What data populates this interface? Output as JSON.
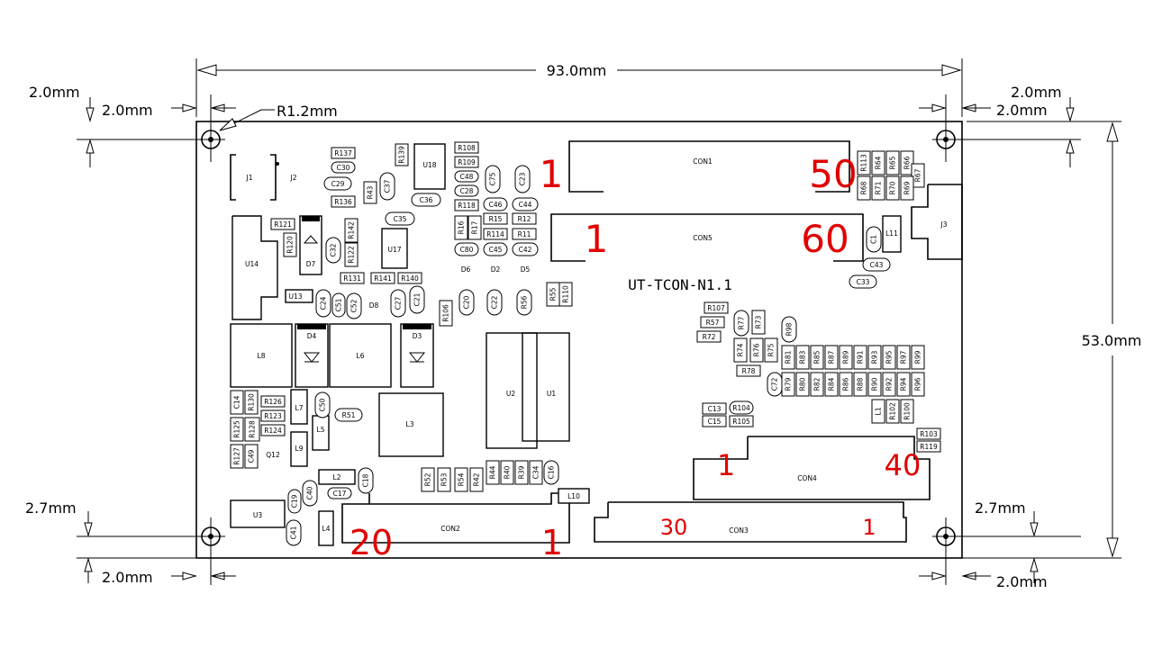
{
  "board": {
    "name": "UT-TCON-N1.1",
    "width_label": "93.0mm",
    "height_label": "53.0mm",
    "hole_radius_label": "R1.2mm",
    "dims": {
      "tl_x": "2.0mm",
      "tl_y": "2.0mm",
      "tr_x": "2.0mm",
      "tr_y": "2.0mm",
      "bl_y": "2.7mm",
      "bl_x": "2.0mm",
      "br_y": "2.7mm",
      "br_x": "2.0mm"
    }
  },
  "connectors": [
    {
      "id": "CON1",
      "pin_left": "1",
      "pin_right": "50"
    },
    {
      "id": "CON5",
      "pin_left": "1",
      "pin_right": "60"
    },
    {
      "id": "CON4",
      "pin_left": "1",
      "pin_right": "40"
    },
    {
      "id": "CON3",
      "pin_left": "30",
      "pin_right": "1"
    },
    {
      "id": "CON2",
      "pin_left": "20",
      "pin_right": "1"
    },
    {
      "id": "J1"
    },
    {
      "id": "J2"
    },
    {
      "id": "J3"
    }
  ],
  "big_parts": [
    "U14",
    "L8",
    "D4",
    "L6",
    "D3",
    "D7",
    "U17",
    "U18",
    "U2",
    "U1",
    "L3",
    "L7",
    "L5",
    "L9",
    "L2",
    "L4",
    "U3",
    "U13",
    "L10",
    "L11",
    "D8",
    "D6",
    "D2",
    "D5",
    "Q12"
  ],
  "passives": [
    "R137",
    "C30",
    "C29",
    "R136",
    "R43",
    "C37",
    "R139",
    "C36",
    "C35",
    "R108",
    "R109",
    "C48",
    "C28",
    "R118",
    "C46",
    "C44",
    "C75",
    "C23",
    "R16",
    "R17",
    "R15",
    "R12",
    "R114",
    "R11",
    "C80",
    "C45",
    "C42",
    "R121",
    "R120",
    "C32",
    "R142",
    "R122",
    "R131",
    "R141",
    "R140",
    "C24",
    "C51",
    "C52",
    "C27",
    "C21",
    "C20",
    "C22",
    "R56",
    "R55",
    "R110",
    "R106",
    "R107",
    "R57",
    "R72",
    "R77",
    "R73",
    "R74",
    "R76",
    "R75",
    "R78",
    "R81",
    "R83",
    "R85",
    "R87",
    "R89",
    "R91",
    "R93",
    "R95",
    "R97",
    "R99",
    "R79",
    "R80",
    "R82",
    "R84",
    "R86",
    "R88",
    "R90",
    "R92",
    "R94",
    "R96",
    "R98",
    "C72",
    "C13",
    "R104",
    "C15",
    "R105",
    "L1",
    "R102",
    "R100",
    "R103",
    "R119",
    "R113",
    "R64",
    "R65",
    "R66",
    "R67",
    "R68",
    "R71",
    "R70",
    "R69",
    "C1",
    "C43",
    "C33",
    "C14",
    "R130",
    "R126",
    "R123",
    "R124",
    "R125",
    "R128",
    "R127",
    "C49",
    "C50",
    "R51",
    "R52",
    "R53",
    "R54",
    "R42",
    "R44",
    "R40",
    "R39",
    "C34",
    "C16",
    "C17",
    "C18",
    "C19",
    "C40",
    "C41"
  ]
}
